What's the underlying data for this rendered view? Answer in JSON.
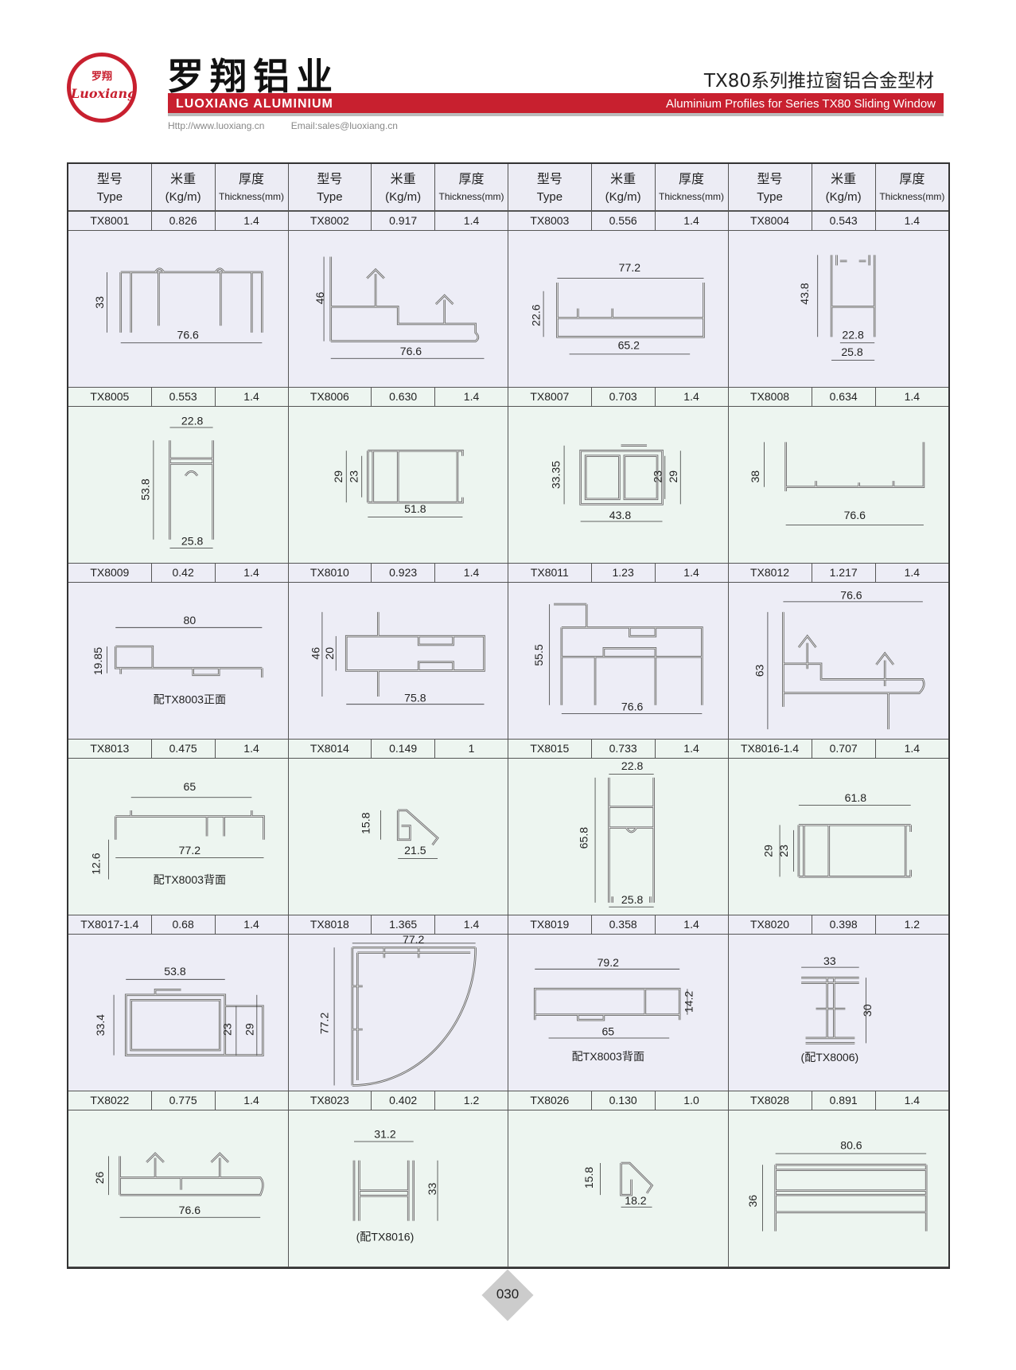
{
  "header": {
    "logo_cn": "罗翔",
    "logo_en": "Luoxiang",
    "brand_cn": "罗翔铝业",
    "brand_en": "LUOXIANG ALUMINIUM",
    "title_cn": "TX80系列推拉窗铝合金型材",
    "title_en": "Aluminium Profiles for Series TX80 Sliding Window",
    "url": "Http://www.luoxiang.cn",
    "email": "Email:sales@luoxiang.cn"
  },
  "table_header": {
    "type_cn": "型号",
    "type_en": "Type",
    "weight_cn": "米重",
    "weight_en": "(Kg/m)",
    "thick_cn": "厚度",
    "thick_en": "Thickness(mm)"
  },
  "rows": [
    {
      "items": [
        {
          "type": "TX8001",
          "weight": "0.826",
          "thickness": "1.4",
          "dims": [
            "33",
            "76.6"
          ]
        },
        {
          "type": "TX8002",
          "weight": "0.917",
          "thickness": "1.4",
          "dims": [
            "46",
            "76.6"
          ]
        },
        {
          "type": "TX8003",
          "weight": "0.556",
          "thickness": "1.4",
          "dims": [
            "77.2",
            "22.6",
            "65.2"
          ]
        },
        {
          "type": "TX8004",
          "weight": "0.543",
          "thickness": "1.4",
          "dims": [
            "43.8",
            "22.8",
            "25.8"
          ]
        }
      ]
    },
    {
      "items": [
        {
          "type": "TX8005",
          "weight": "0.553",
          "thickness": "1.4",
          "dims": [
            "22.8",
            "53.8",
            "25.8"
          ]
        },
        {
          "type": "TX8006",
          "weight": "0.630",
          "thickness": "1.4",
          "dims": [
            "29",
            "23",
            "51.8"
          ]
        },
        {
          "type": "TX8007",
          "weight": "0.703",
          "thickness": "1.4",
          "dims": [
            "33.35",
            "23",
            "29",
            "43.8"
          ]
        },
        {
          "type": "TX8008",
          "weight": "0.634",
          "thickness": "1.4",
          "dims": [
            "38",
            "76.6"
          ]
        }
      ]
    },
    {
      "items": [
        {
          "type": "TX8009",
          "weight": "0.42",
          "thickness": "1.4",
          "dims": [
            "80",
            "19.85",
            "配TX8003正面"
          ]
        },
        {
          "type": "TX8010",
          "weight": "0.923",
          "thickness": "1.4",
          "dims": [
            "46",
            "20",
            "75.8"
          ]
        },
        {
          "type": "TX8011",
          "weight": "1.23",
          "thickness": "1.4",
          "dims": [
            "55.5",
            "76.6"
          ]
        },
        {
          "type": "TX8012",
          "weight": "1.217",
          "thickness": "1.4",
          "dims": [
            "76.6",
            "63"
          ]
        }
      ]
    },
    {
      "items": [
        {
          "type": "TX8013",
          "weight": "0.475",
          "thickness": "1.4",
          "dims": [
            "65",
            "12.6",
            "77.2",
            "配TX8003背面"
          ]
        },
        {
          "type": "TX8014",
          "weight": "0.149",
          "thickness": "1",
          "dims": [
            "15.8",
            "21.5"
          ]
        },
        {
          "type": "TX8015",
          "weight": "0.733",
          "thickness": "1.4",
          "dims": [
            "22.8",
            "65.8",
            "25.8"
          ]
        },
        {
          "type": "TX8016-1.4",
          "weight": "0.707",
          "thickness": "1.4",
          "dims": [
            "61.8",
            "29",
            "23"
          ]
        }
      ]
    },
    {
      "items": [
        {
          "type": "TX8017-1.4",
          "weight": "0.68",
          "thickness": "1.4",
          "dims": [
            "53.8",
            "33.4",
            "23",
            "29"
          ]
        },
        {
          "type": "TX8018",
          "weight": "1.365",
          "thickness": "1.4",
          "dims": [
            "77.2",
            "77.2"
          ]
        },
        {
          "type": "TX8019",
          "weight": "0.358",
          "thickness": "1.4",
          "dims": [
            "79.2",
            "14.2",
            "65",
            "配TX8003背面"
          ]
        },
        {
          "type": "TX8020",
          "weight": "0.398",
          "thickness": "1.2",
          "dims": [
            "33",
            "30",
            "(配TX8006)"
          ]
        }
      ]
    },
    {
      "items": [
        {
          "type": "TX8022",
          "weight": "0.775",
          "thickness": "1.4",
          "dims": [
            "26",
            "76.6"
          ]
        },
        {
          "type": "TX8023",
          "weight": "0.402",
          "thickness": "1.2",
          "dims": [
            "31.2",
            "33",
            "(配TX8016)"
          ]
        },
        {
          "type": "TX8026",
          "weight": "0.130",
          "thickness": "1.0",
          "dims": [
            "15.8",
            "18.2"
          ]
        },
        {
          "type": "TX8028",
          "weight": "0.891",
          "thickness": "1.4",
          "dims": [
            "80.6",
            "36"
          ]
        }
      ]
    }
  ],
  "page_number": "030",
  "colors": {
    "brand_red": "#c8202f",
    "row_lavender": "#ededf6",
    "row_mint": "#edf5f0"
  }
}
